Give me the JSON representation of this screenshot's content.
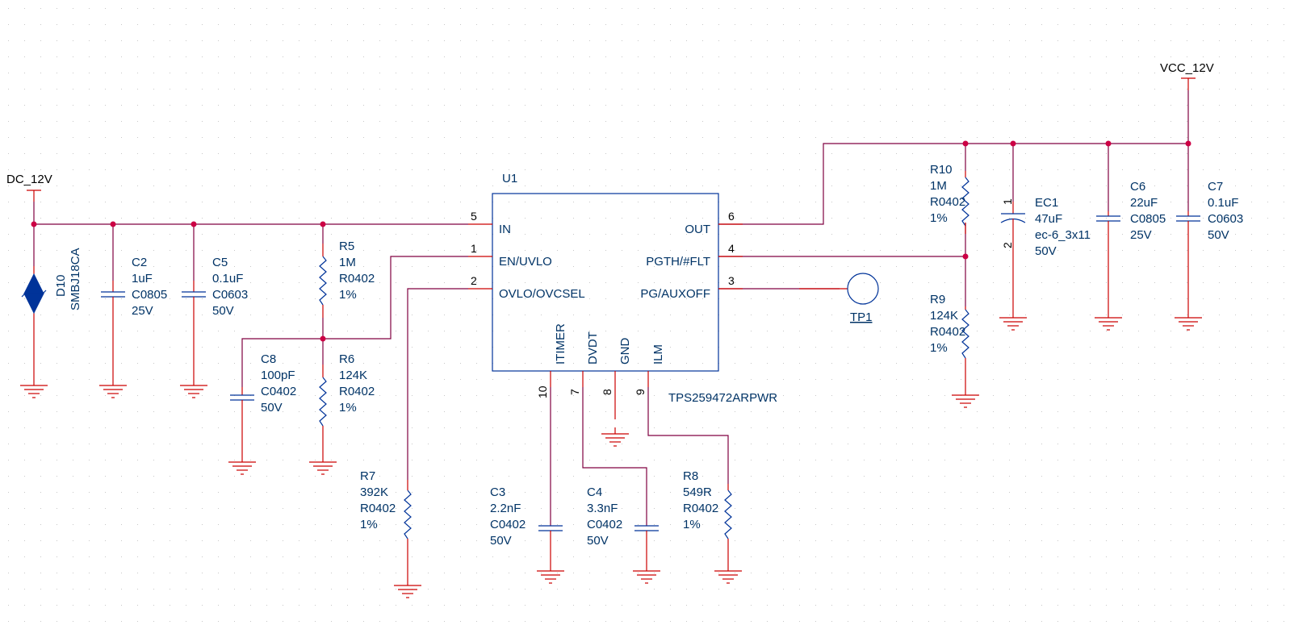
{
  "nets": {
    "dc_in": "DC_12V",
    "vcc_out": "VCC_12V"
  },
  "u1": {
    "ref": "U1",
    "value": "TPS259472ARPWR",
    "pins": {
      "in": {
        "name": "IN",
        "num": "5"
      },
      "en": {
        "name": "EN/UVLO",
        "num": "1"
      },
      "ovlo": {
        "name": "OVLO/OVCSEL",
        "num": "2"
      },
      "out": {
        "name": "OUT",
        "num": "6"
      },
      "pgth": {
        "name": "PGTH/#FLT",
        "num": "4"
      },
      "pg": {
        "name": "PG/AUXOFF",
        "num": "3"
      },
      "itimer": {
        "name": "ITIMER",
        "num": "10"
      },
      "dvdt": {
        "name": "DVDT",
        "num": "7"
      },
      "gnd": {
        "name": "GND",
        "num": "8"
      },
      "ilm": {
        "name": "ILM",
        "num": "9"
      }
    }
  },
  "d10": {
    "ref": "D10",
    "value": "SMBJ18CA"
  },
  "c2": {
    "ref": "C2",
    "value": "1uF",
    "pkg": "C0805",
    "rating": "25V"
  },
  "c5": {
    "ref": "C5",
    "value": "0.1uF",
    "pkg": "C0603",
    "rating": "50V"
  },
  "r5": {
    "ref": "R5",
    "value": "1M",
    "pkg": "R0402",
    "tol": "1%"
  },
  "r6": {
    "ref": "R6",
    "value": "124K",
    "pkg": "R0402",
    "tol": "1%"
  },
  "c8": {
    "ref": "C8",
    "value": "100pF",
    "pkg": "C0402",
    "rating": "50V"
  },
  "r7": {
    "ref": "R7",
    "value": "392K",
    "pkg": "R0402",
    "tol": "1%"
  },
  "c3": {
    "ref": "C3",
    "value": "2.2nF",
    "pkg": "C0402",
    "rating": "50V"
  },
  "c4": {
    "ref": "C4",
    "value": "3.3nF",
    "pkg": "C0402",
    "rating": "50V"
  },
  "r8": {
    "ref": "R8",
    "value": "549R",
    "pkg": "R0402",
    "tol": "1%"
  },
  "tp1": {
    "ref": "TP1"
  },
  "r10": {
    "ref": "R10",
    "value": "1M",
    "pkg": "R0402",
    "tol": "1%"
  },
  "r9": {
    "ref": "R9",
    "value": "124K",
    "pkg": "R0402",
    "tol": "1%"
  },
  "ec1": {
    "ref": "EC1",
    "value": "47uF",
    "pkg": "ec-6_3x11",
    "rating": "50V",
    "pin1": "1",
    "pin2": "2"
  },
  "c6": {
    "ref": "C6",
    "value": "22uF",
    "pkg": "C0805",
    "rating": "25V"
  },
  "c7": {
    "ref": "C7",
    "value": "0.1uF",
    "pkg": "C0603",
    "rating": "50V"
  }
}
